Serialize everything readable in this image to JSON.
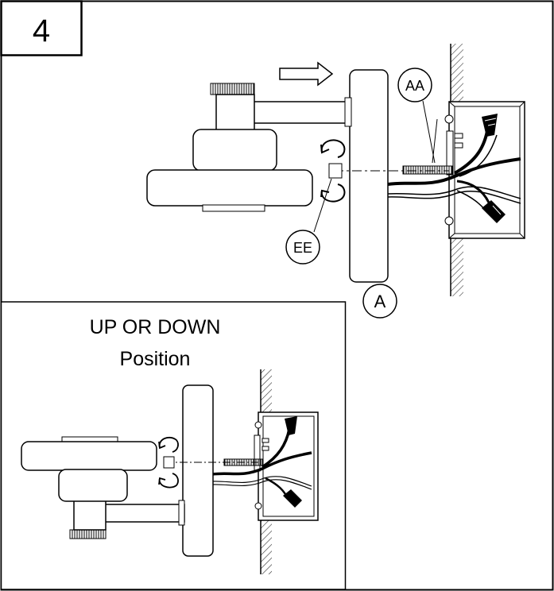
{
  "step_number": "4",
  "callouts": {
    "mounting_screw": "AA",
    "decorative_nut": "EE",
    "mounting_plate": "A"
  },
  "inset": {
    "title_line1": "UP OR DOWN",
    "title_line2": "Position"
  },
  "colors": {
    "line": "#000000",
    "background": "#ffffff",
    "hatch": "#333333"
  },
  "icons": {
    "direction_arrow": "push-right-arrow-icon",
    "rotation": "rotate-arrows-icon"
  }
}
